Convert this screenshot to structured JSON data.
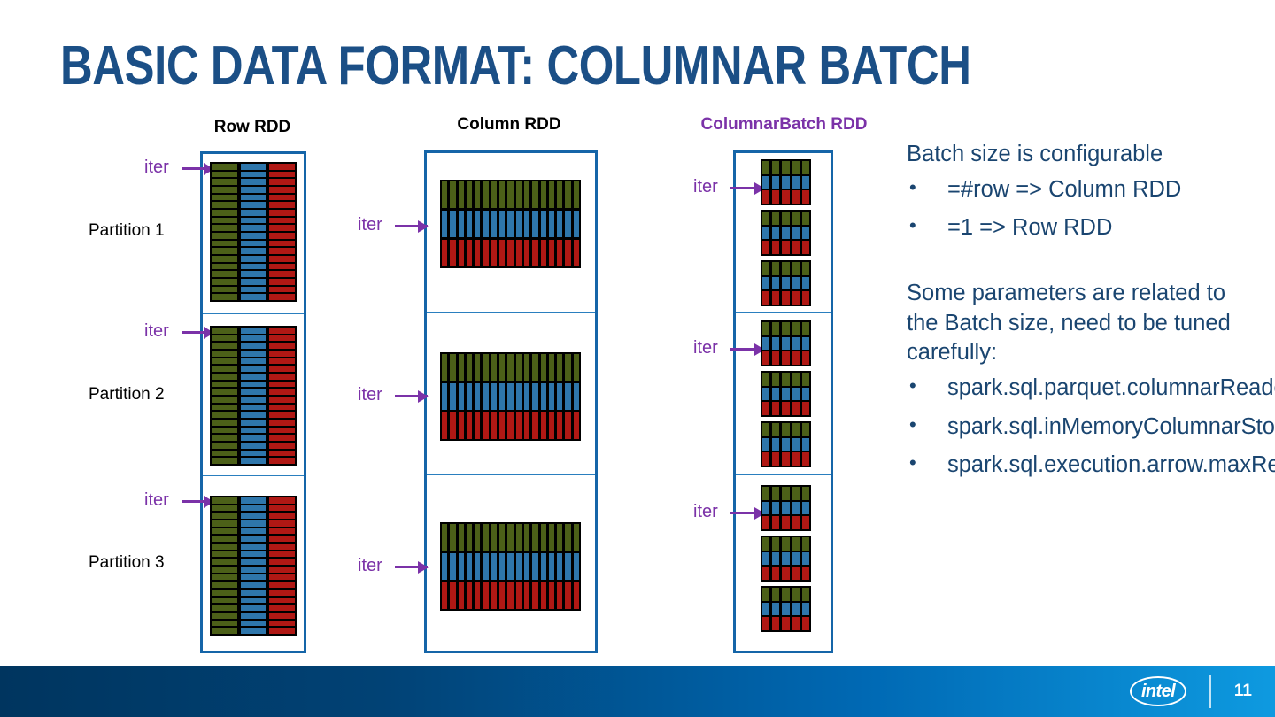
{
  "slide": {
    "title": "BASIC DATA FORMAT: COLUMNAR BATCH",
    "title_color": "#1b4f86",
    "background": "#ffffff"
  },
  "diagram": {
    "headings": [
      {
        "label": "Row RDD",
        "color": "#000000"
      },
      {
        "label": "Column RDD",
        "color": "#000000"
      },
      {
        "label": "ColumnarBatch RDD",
        "color": "#7b32a8"
      }
    ],
    "partition_labels": [
      "Partition 1",
      "Partition 2",
      "Partition 3"
    ],
    "iterator_label": "iter",
    "iterator_color": "#7b32a8",
    "box_border_color": "#1565a8",
    "colors": {
      "green": "#4c6018",
      "blue": "#2e76ab",
      "red": "#b01814",
      "black": "#000000"
    },
    "row_rdd": {
      "columns": 3,
      "rows_per_partition": 18,
      "partitions": 3,
      "iter_count": 3
    },
    "column_rdd": {
      "bands": 3,
      "stripes_per_band": 17,
      "partitions": 3,
      "iter_count": 3
    },
    "columnarbatch_rdd": {
      "batches_per_partition": 3,
      "bands_per_batch": 3,
      "stripes_per_band": 5,
      "partitions": 3,
      "iter_count": 3
    }
  },
  "text_panel": {
    "intro": "Batch size is configurable",
    "intro_bullets": [
      "=#row => Column RDD",
      "=1 => Row RDD"
    ],
    "second_paragraph": "Some parameters are related to the Batch size, need to be tuned carefully:",
    "parameter_bullets": [
      "spark.sql.parquet.columnarReaderBatchSize",
      "spark.sql.inMemoryColumnarStorage.batchSize",
      "spark.sql.execution.arrow.maxRecordsPerBatch"
    ]
  },
  "footer": {
    "brand": "intel",
    "page_number": "11",
    "gradient_from": "#00355f",
    "gradient_to": "#0e9ae0"
  }
}
